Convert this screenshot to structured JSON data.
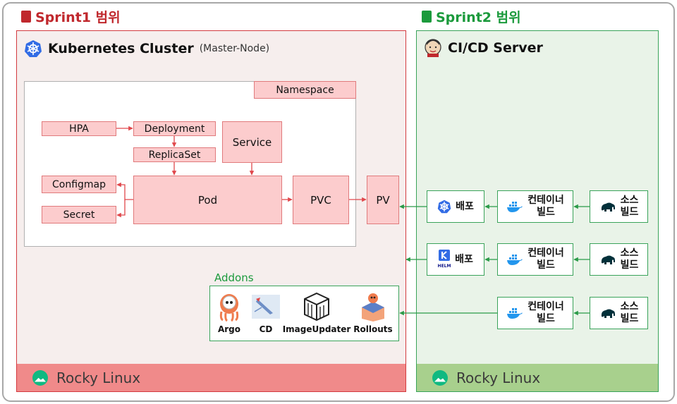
{
  "sprint1": {
    "title": "Sprint1 범위",
    "color": "#c0282d",
    "cluster_title": "Kubernetes Cluster",
    "cluster_subtitle": "(Master-Node)",
    "namespace": "Namespace",
    "boxes": {
      "hpa": "HPA",
      "deployment": "Deployment",
      "replicaset": "ReplicaSet",
      "service": "Service",
      "configmap": "Configmap",
      "secret": "Secret",
      "pod": "Pod",
      "pvc": "PVC",
      "pv": "PV"
    },
    "addons": {
      "title": "Addons",
      "items": [
        "Argo",
        "CD",
        "ImageUpdater",
        "Rollouts"
      ]
    },
    "os": "Rocky Linux"
  },
  "sprint2": {
    "title": "Sprint2 범위",
    "color": "#1b9a3c",
    "server_title": "CI/CD Server",
    "rows": [
      {
        "deploy": "배포",
        "container": "컨테이너\n빌드",
        "source": "소스\n빌드",
        "deploy_icon": "kubernetes-icon"
      },
      {
        "deploy": "배포",
        "container": "컨테이너\n빌드",
        "source": "소스\n빌드",
        "deploy_icon": "kustomize-helm-icon"
      },
      {
        "container": "컨테이너\n빌드",
        "source": "소스\n빌드"
      }
    ],
    "os": "Rocky Linux"
  },
  "colors": {
    "pink_fill": "#fccccd",
    "pink_border": "#e07a7c",
    "sprint1_bg": "#f6eeed",
    "sprint1_os": "#f08a8a",
    "sprint2_bg": "#e9f3e8",
    "sprint2_os": "#a8d08d",
    "arrow_red": "#e0484c",
    "arrow_green": "#2a9a48"
  }
}
